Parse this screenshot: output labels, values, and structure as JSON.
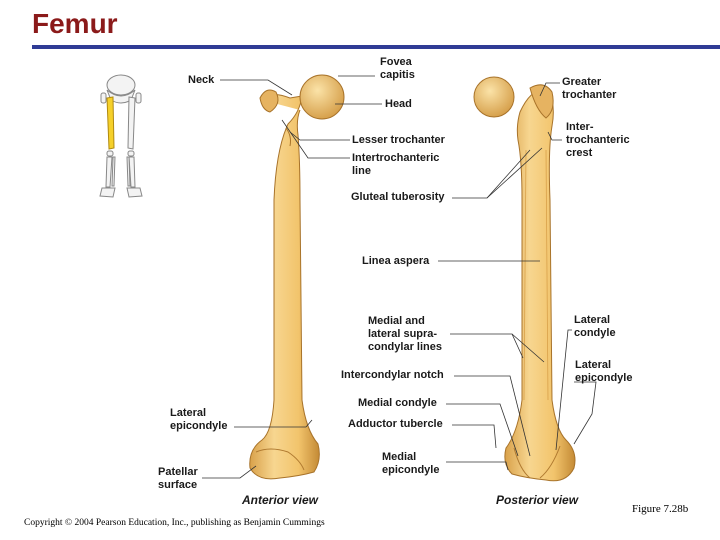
{
  "title": "Femur",
  "labels": {
    "neck": "Neck",
    "fovea_capitis": "Fovea\ncapitis",
    "head": "Head",
    "lesser_trochanter": "Lesser trochanter",
    "intertrochanteric_line": "Intertrochanteric\nline",
    "gluteal_tuberosity": "Gluteal tuberosity",
    "linea_aspera": "Linea aspera",
    "medial_lateral_supracondylar": "Medial and\nlateral supra-\ncondylar lines",
    "intercondylar_notch": "Intercondylar notch",
    "medial_condyle": "Medial condyle",
    "adductor_tubercle": "Adductor tubercle",
    "medial_epicondyle": "Medial\nepicondyle",
    "greater_trochanter": "Greater\ntrochanter",
    "intertrochanteric_crest": "Inter-\ntrochanteric\ncrest",
    "lateral_condyle": "Lateral\ncondyle",
    "lateral_epicondyle_right": "Lateral\nepicondyle",
    "lateral_epicondyle_left": "Lateral\nepicondyle",
    "patellar_surface": "Patellar\nsurface"
  },
  "views": {
    "anterior": "Anterior view",
    "posterior": "Posterior view"
  },
  "figure": "Figure 7.28b",
  "copyright": "Copyright © 2004 Pearson Education, Inc., publishing as Benjamin Cummings",
  "colors": {
    "title": "#8b1a1a",
    "rule": "#2f3b95",
    "bone": "#f2c46c",
    "bone_dark": "#c8923a",
    "highlight": "#f5d02a"
  }
}
